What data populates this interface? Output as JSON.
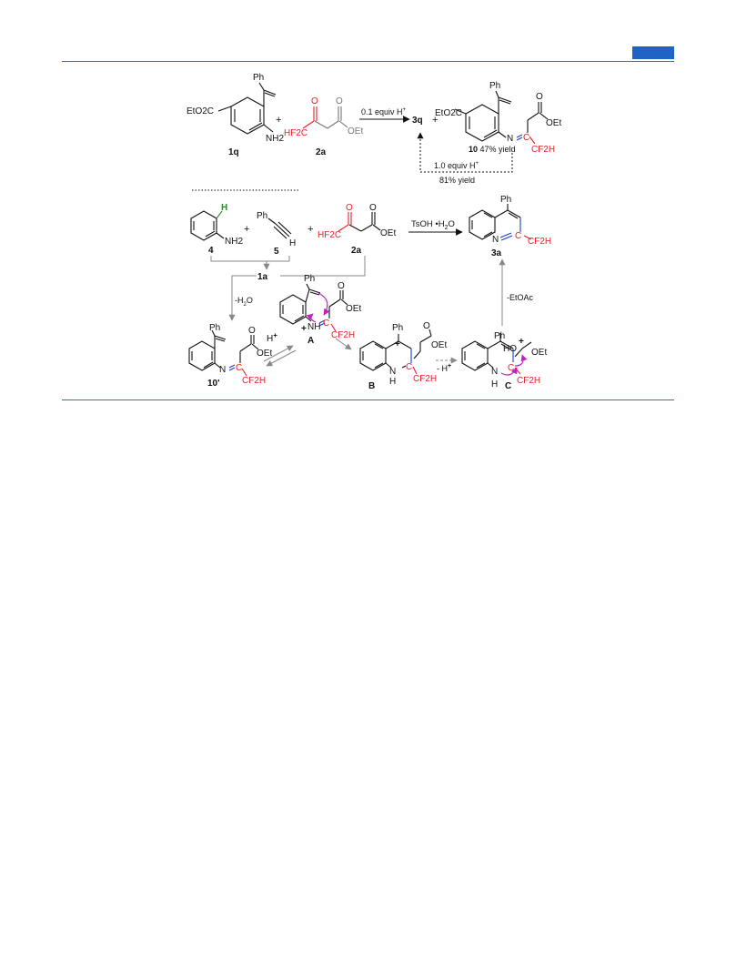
{
  "colors": {
    "rule": "#3a6fb3",
    "corner_tab": "#1f63c5",
    "reactive_red": "#e8202a",
    "arrow_magenta": "#c020c8",
    "bond_blue": "#1c3fd0",
    "ortho_h_green": "#2a8a2a",
    "ester_grey": "#777777"
  },
  "top_scheme": {
    "r1": {
      "label": "1q",
      "ester": "EtO2C",
      "amine": "NH2",
      "vinyl_sub": "Ph"
    },
    "plus": "+",
    "r2": {
      "label": "2a",
      "cf": "HF2C",
      "o_ket": "O",
      "o_est": "O",
      "oet": "OEt"
    },
    "arrow": {
      "label": "0.1 equiv H",
      "charge": "+"
    },
    "product": "3q",
    "plus2": "+",
    "p2": {
      "label": "10",
      "yield": "47% yield",
      "ester": "EtO2C",
      "vinyl_sub": "Ph",
      "n": "N",
      "cf": "CF2H",
      "o": "O",
      "oet": "OEt"
    },
    "loop": {
      "label": "1.0 equiv H",
      "charge": "+",
      "yield": "81% yield"
    }
  },
  "bottom_scheme": {
    "a4": {
      "label": "4",
      "h": "H",
      "amine": "NH2"
    },
    "plus_a": "+",
    "alkyne5": {
      "label": "5",
      "ph": "Ph",
      "h": "H"
    },
    "plus_b": "+",
    "a2a": {
      "label": "2a",
      "cf": "HF2C",
      "o1": "O",
      "o2": "O",
      "oet": "OEt"
    },
    "main_arrow": {
      "label": "TsOH •H",
      "sub": "2",
      "tail": "O"
    },
    "prod3a": {
      "label": "3a",
      "ph": "Ph",
      "n": "N",
      "cf": "CF2H"
    },
    "imine": "1a",
    "minus_water": {
      "pre": "-H",
      "sub": "2",
      "post": "O"
    },
    "int10p": {
      "label": "10'",
      "ph": "Ph",
      "n": "N",
      "o": "O",
      "oet": "OEt",
      "cf": "CF2H"
    },
    "intA": {
      "label": "A",
      "h_plus": "H",
      "charge": "+",
      "nh": "NH",
      "ph": "Ph",
      "o": "O",
      "oet": "OEt",
      "cf": "CF2H"
    },
    "intB": {
      "label": "B",
      "ph": "Ph",
      "charge": "+",
      "nh": "N",
      "h": "H",
      "o": "O",
      "oet": "OEt",
      "cf": "CF2H"
    },
    "minus_h": {
      "pre": "- H",
      "charge": "+"
    },
    "intC": {
      "label": "C",
      "ph": "Ph",
      "ho": "HO",
      "charge": "+",
      "n": "N",
      "h": "H",
      "oet": "OEt",
      "cf": "CF2H"
    },
    "minus_etoac": "-EtOAc",
    "carbon": "C"
  }
}
